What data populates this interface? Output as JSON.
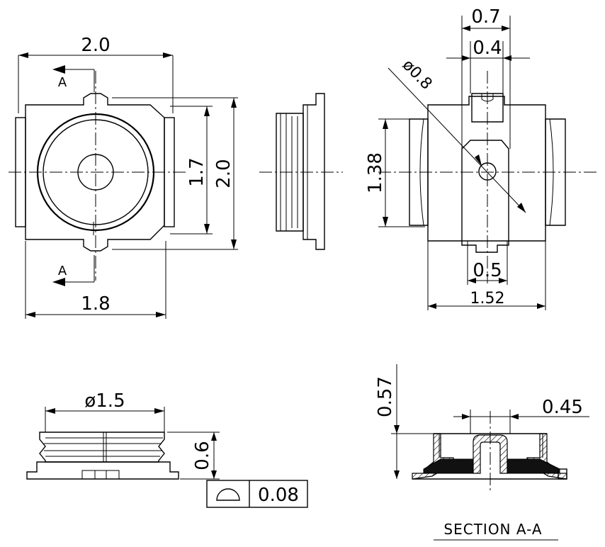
{
  "views": {
    "top": {
      "width_label": "2.0",
      "height_label": "2.0",
      "inner_height_label": "1.7",
      "bottom_width_label": "1.8",
      "section_mark": "A"
    },
    "side": {},
    "bottom": {
      "pin_spacing_label": "0.7",
      "pin_width_label": "0.4",
      "hole_diameter_label": "ø0.8",
      "height_label": "1.38",
      "tab_width_label": "0.5",
      "pad_span_label": "1.52"
    },
    "profile": {
      "diameter_label": "ø1.5",
      "height_label": "0.6",
      "tolerance_value": "0.08"
    },
    "section": {
      "height_label": "0.57",
      "inner_label": "0.45",
      "caption": "SECTION A-A"
    }
  }
}
